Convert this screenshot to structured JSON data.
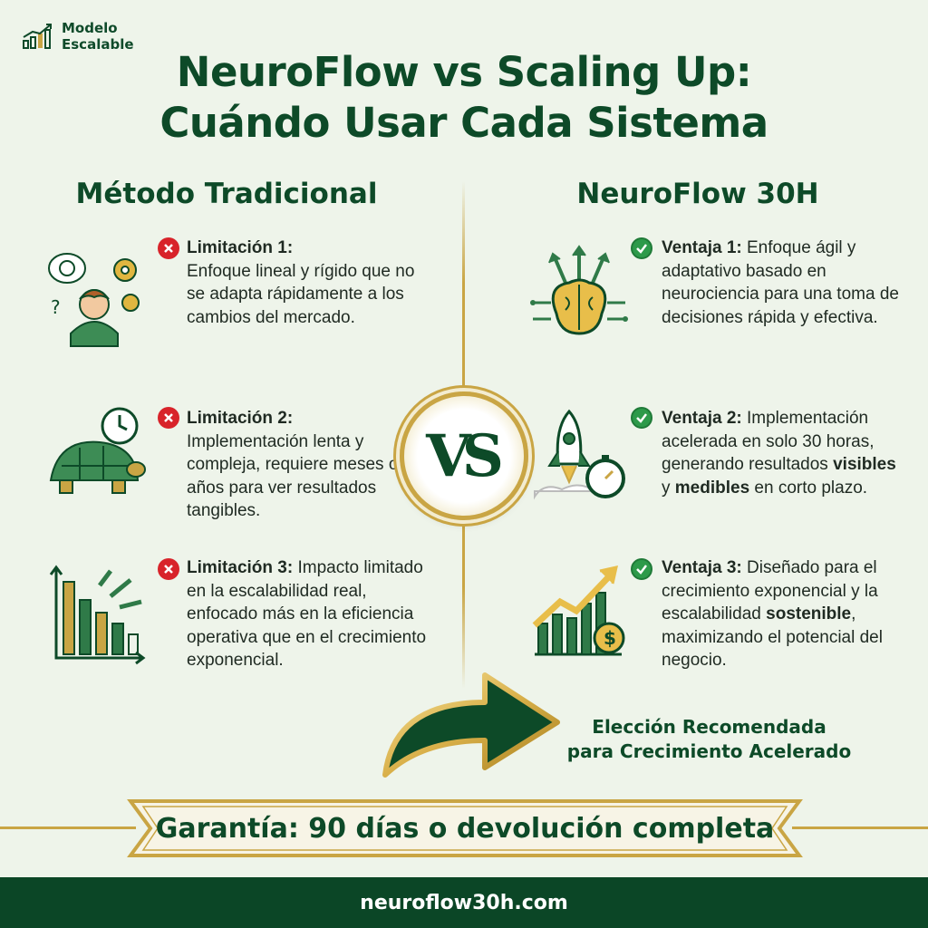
{
  "logo": {
    "line1": "Modelo",
    "line2": "Escalable"
  },
  "title": {
    "line1": "NeuroFlow vs Scaling Up:",
    "line2": "Cuándo Usar Cada Sistema"
  },
  "left": {
    "heading": "Método Tradicional",
    "items": [
      {
        "label": "Limitación 1:",
        "text": "Enfoque lineal y rígido que no se adapta rápidamente a los cambios del mercado.",
        "icon": "confused-person-icon"
      },
      {
        "label": "Limitación 2:",
        "text": "Implementación lenta y compleja, requiere meses o años para ver resultados tangibles.",
        "icon": "turtle-clock-icon"
      },
      {
        "label": "Limitación 3:",
        "text": "Impacto limitado en la escalabilidad real, enfocado más en la eficiencia operativa que en el crecimiento exponencial.",
        "icon": "declining-chart-icon"
      }
    ]
  },
  "right": {
    "heading": "NeuroFlow 30H",
    "items": [
      {
        "label": "Ventaja 1:",
        "text": "Enfoque ágil y adaptativo basado en neurociencia para una toma de decisiones rápida y efectiva.",
        "icon": "brain-icon"
      },
      {
        "label": "Ventaja 2:",
        "pre": "Implementación acelerada en solo 30 horas, generando resultados ",
        "b1": "visibles",
        "mid": " y ",
        "b2": "medibles",
        "post": " en corto plazo.",
        "icon": "rocket-stopwatch-icon"
      },
      {
        "label": "Ventaja 3:",
        "pre": "Diseñado para el crecimiento exponencial y la escalabilidad ",
        "b1": "sostenible",
        "post": ", maximizando el potencial del negocio.",
        "icon": "growth-chart-icon"
      }
    ]
  },
  "vs": "VS",
  "recommended": {
    "line1": "Elección Recomendada",
    "line2": "para Crecimiento Acelerado"
  },
  "guarantee": "Garantía: 90 días o devolución completa",
  "footer": "neuroflow30h.com",
  "colors": {
    "green": "#0d4a28",
    "gold": "#c9a544",
    "red": "#d8232a",
    "check": "#2d9a4a",
    "bg": "#eef4ea"
  }
}
